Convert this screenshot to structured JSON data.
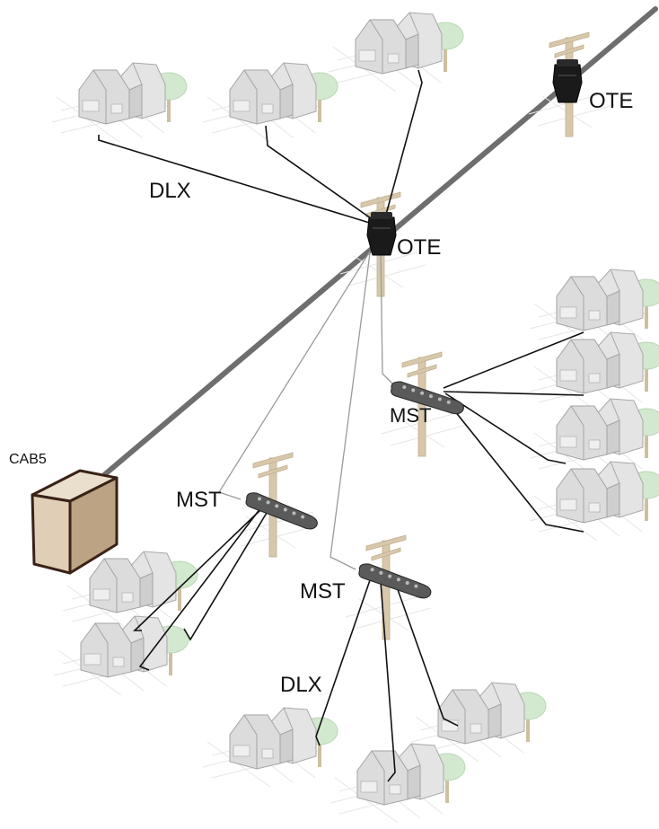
{
  "labels": {
    "ote_top": "OTE",
    "ote_center": "OTE",
    "dlx_top": "DLX",
    "dlx_bottom": "DLX",
    "mst_right": "MST",
    "mst_left": "MST",
    "mst_bottom": "MST",
    "cabinet": "CAB5"
  },
  "colors": {
    "main_cable": "#6e6e6e",
    "drop_wire": "#111111",
    "distribution_cable": "#9a9a9a",
    "pole": "#d8c8ab",
    "house": "#d7d7d7",
    "tree": "#cfe6cc",
    "cabinet_front": "#cdb89a",
    "cabinet_top": "#eadfcd"
  }
}
